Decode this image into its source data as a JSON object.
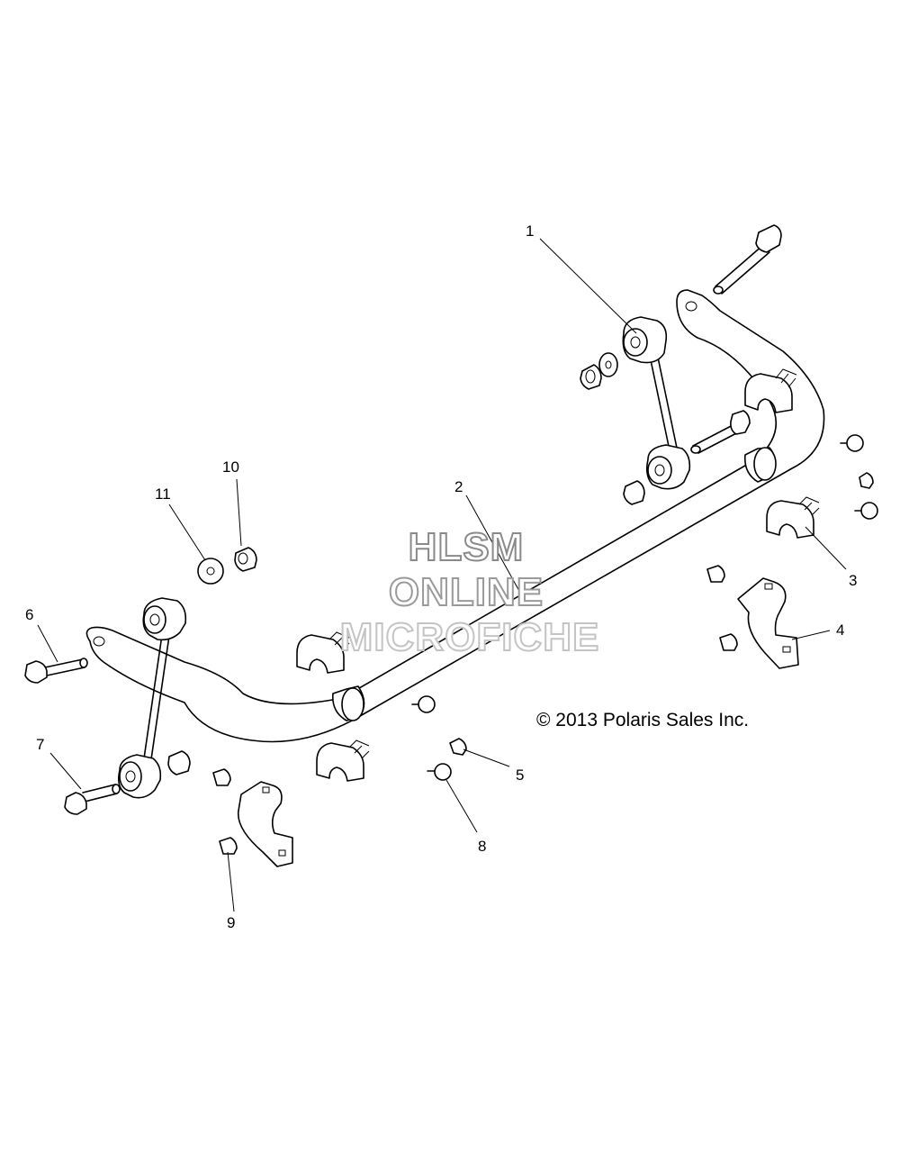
{
  "callouts": [
    {
      "label": "1"
    },
    {
      "label": "2"
    },
    {
      "label": "3"
    },
    {
      "label": "4"
    },
    {
      "label": "5"
    },
    {
      "label": "6"
    },
    {
      "label": "7"
    },
    {
      "label": "8"
    },
    {
      "label": "9"
    },
    {
      "label": "10"
    },
    {
      "label": "11"
    }
  ],
  "copyright": "© 2013 Polaris Sales Inc.",
  "watermark": {
    "line1": "HLSM",
    "line2": "ONLINE",
    "line3": "MICROFICHE"
  },
  "colors": {
    "line": "#000000",
    "background": "#ffffff",
    "watermark_outline": "#8a8a8a"
  }
}
